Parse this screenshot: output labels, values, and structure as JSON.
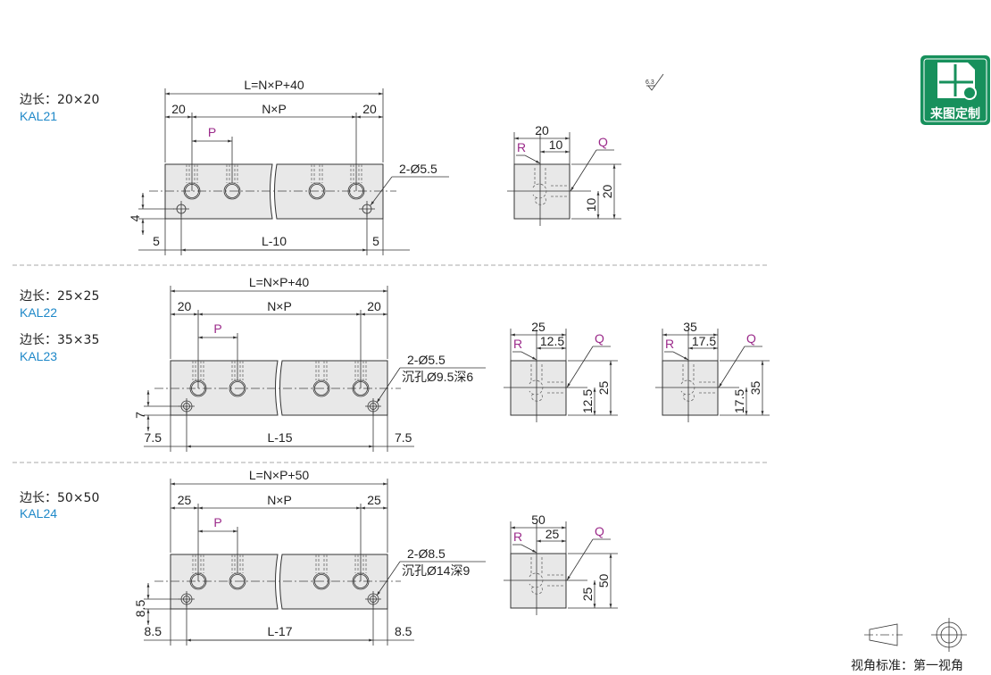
{
  "roughness": "6.3",
  "logo": {
    "text": "来图定制",
    "color": "#17905c"
  },
  "projection": {
    "label": "视角标准：第一视角"
  },
  "sections": [
    {
      "side_label": "边长：20×20",
      "codes": [
        "KAL21"
      ],
      "front": {
        "total": "L=N×P+40",
        "left": "20",
        "mid": "N×P",
        "right": "20",
        "pitch": "P",
        "hole": "2-Ø5.5",
        "counterbore": null,
        "hole_offset": "4",
        "edge_left": "5",
        "bottom": "L-10",
        "edge_right": "5"
      },
      "side_views": [
        {
          "width": "20",
          "half_w": "10",
          "height": "20",
          "half_h": "10",
          "r": "R",
          "q": "Q"
        }
      ]
    },
    {
      "side_label": "边长：25×25",
      "codes": [
        "KAL22"
      ],
      "side_label_2": "边长：35×35",
      "codes_2": [
        "KAL23"
      ],
      "front": {
        "total": "L=N×P+40",
        "left": "20",
        "mid": "N×P",
        "right": "20",
        "pitch": "P",
        "hole": "2-Ø5.5",
        "counterbore": "沉孔Ø9.5深6",
        "hole_offset": "7",
        "edge_left": "7.5",
        "bottom": "L-15",
        "edge_right": "7.5"
      },
      "side_views": [
        {
          "width": "25",
          "half_w": "12.5",
          "height": "25",
          "half_h": "12.5",
          "r": "R",
          "q": "Q"
        },
        {
          "width": "35",
          "half_w": "17.5",
          "height": "35",
          "half_h": "17.5",
          "r": "R",
          "q": "Q"
        }
      ]
    },
    {
      "side_label": "边长：50×50",
      "codes": [
        "KAL24"
      ],
      "front": {
        "total": "L=N×P+50",
        "left": "25",
        "mid": "N×P",
        "right": "25",
        "pitch": "P",
        "hole": "2-Ø8.5",
        "counterbore": "沉孔Ø14深9",
        "hole_offset": "8.5",
        "edge_left": "8.5",
        "bottom": "L-17",
        "edge_right": "8.5"
      },
      "side_views": [
        {
          "width": "50",
          "half_w": "25",
          "height": "50",
          "half_h": "25",
          "r": "R",
          "q": "Q"
        }
      ]
    }
  ]
}
